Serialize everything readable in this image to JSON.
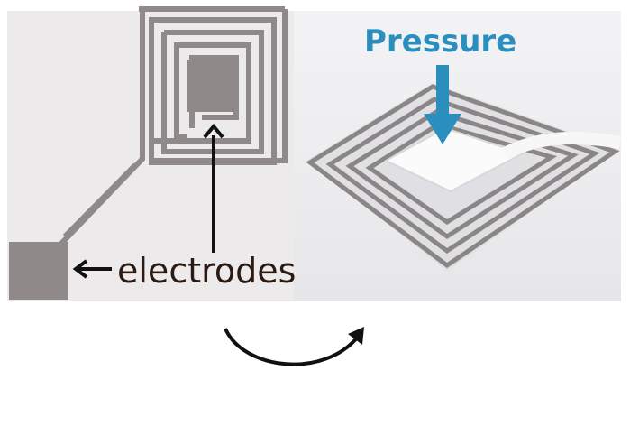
{
  "labels": {
    "electrodes": "electrodes",
    "pressure": "Pressure"
  },
  "colors": {
    "electrode_metal": "#8f8a89",
    "pressure_accent": "#2a8fbd",
    "text_dark": "#2a1a12",
    "arrow_black": "#111111"
  },
  "panels": [
    "flat-electrode-photo",
    "pressed-sensor-photo"
  ],
  "icons": [
    "arrow-left-icon",
    "arrow-up-icon",
    "pressure-arrow-icon",
    "curved-arrow-icon"
  ]
}
